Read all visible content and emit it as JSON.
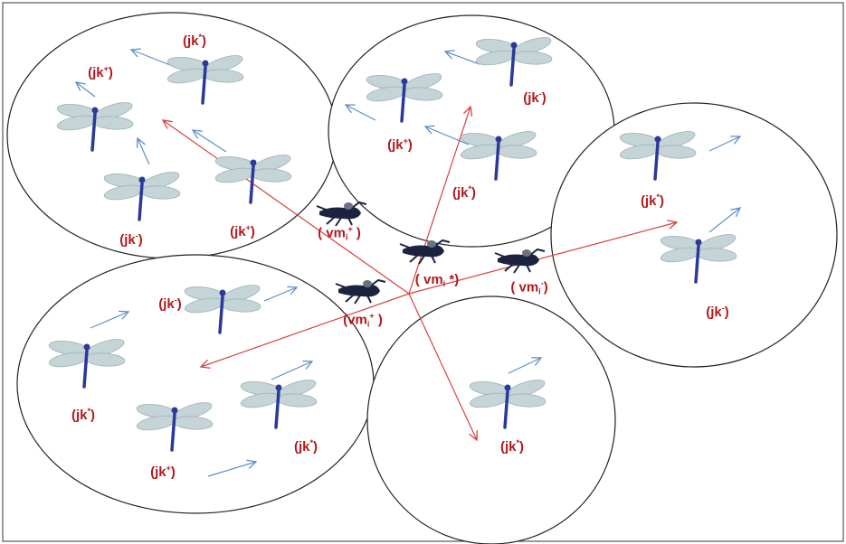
{
  "colors": {
    "label": "#b3191c",
    "red_arrow": "#d9413f",
    "blue_arrow": "#5b8fc7",
    "wing": "#c5d4d6",
    "body": "#2b3a9a",
    "insect": "#1c2340"
  },
  "labels": {
    "c1_a": {
      "base": "jk",
      "sup": "*"
    },
    "c1_b": {
      "base": "jk",
      "sup": "+"
    },
    "c1_c": {
      "base": "jk",
      "sup": "-"
    },
    "c1_d": {
      "base": "jk",
      "sup": "+"
    },
    "c2_a": {
      "base": "jk",
      "sup": "-"
    },
    "c2_b": {
      "base": "jk",
      "sup": "+"
    },
    "c2_c": {
      "base": "jk",
      "sup": "*"
    },
    "c3_a": {
      "base": "jk",
      "sup": "*"
    },
    "c3_b": {
      "base": "jk",
      "sup": "-"
    },
    "c4_a": {
      "base": "jk",
      "sup": "-"
    },
    "c4_b": {
      "base": "jk",
      "sup": "*"
    },
    "c4_c": {
      "base": "jk",
      "sup": "*"
    },
    "c4_d": {
      "base": "jk",
      "sup": "+"
    },
    "c5_a": {
      "base": "jk",
      "sup": "*"
    },
    "vm_a": {
      "base": "vm",
      "sub": "i",
      "sup": "+"
    },
    "vm_b": {
      "base": "vm",
      "sub": "i",
      "sup": "*"
    },
    "vm_c": {
      "base": "vm",
      "sub": "i",
      "sup": "-"
    },
    "vm_d": {
      "base": "vm",
      "sub": "i",
      "sup": "+"
    }
  }
}
